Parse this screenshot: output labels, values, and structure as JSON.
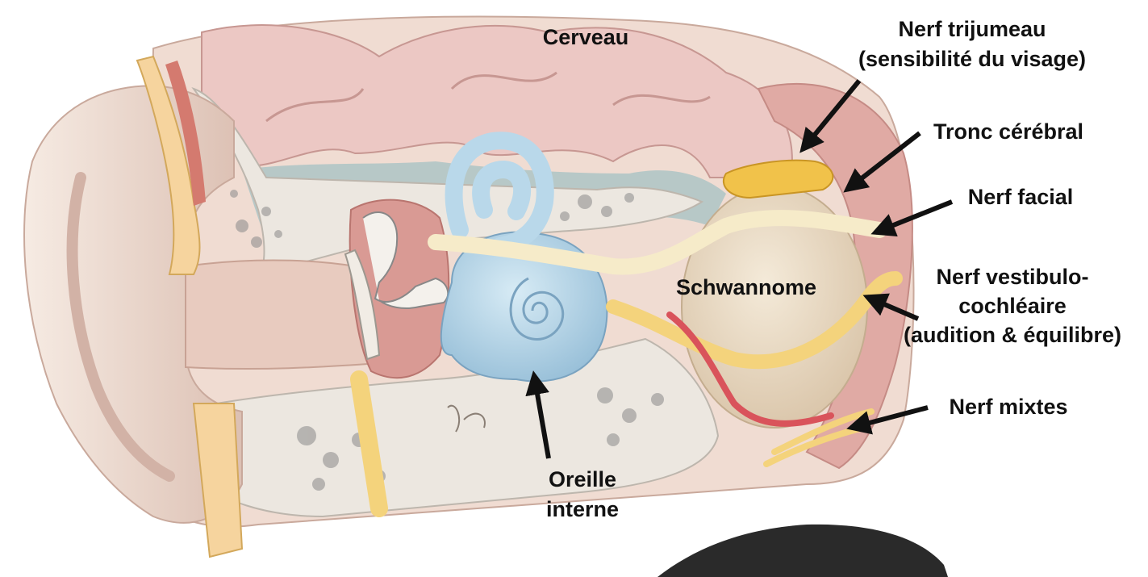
{
  "labels": {
    "cerveau": "Cerveau",
    "trijumeau_line1": "Nerf trijumeau",
    "trijumeau_line2": "(sensibilité du visage)",
    "tronc": "Tronc cérébral",
    "facial": "Nerf facial",
    "vestibulo_line1": "Nerf vestibulo-",
    "vestibulo_line2": "cochléaire",
    "vestibulo_line3": "(audition & équilibre)",
    "schwannome": "Schwannome",
    "mixtes": "Nerf mixtes",
    "oreille_line1": "Oreille",
    "oreille_line2": "interne"
  },
  "colors": {
    "brain": "#ecc8c4",
    "brain_dark": "#d9a9a4",
    "csf": "#a9c3c4",
    "bone": "#ece7e0",
    "bone_spot": "#8a8a8a",
    "skin": "#f3e3da",
    "skin_shade": "#d8b9ac",
    "cochlea": "#b9d8ea",
    "nerve": "#f4d37c",
    "nerve_pale": "#f6ebc9",
    "tumor": "#ebdcc7",
    "vessel": "#d9535b",
    "muscle": "#e0aaa4",
    "hair": "#2a2a2a",
    "arrow": "#111111"
  }
}
